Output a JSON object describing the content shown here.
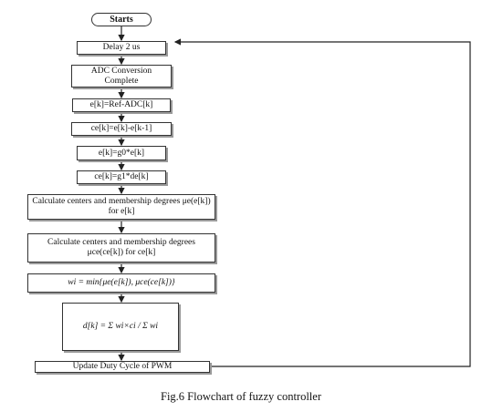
{
  "flowchart": {
    "start": "Starts",
    "steps": [
      "Delay 2 us",
      "ADC Conversion Complete",
      "e[k]=Ref-ADC[k]",
      "ce[k]=e[k]-e[k-1]",
      "e[k]=g0*e[k]",
      "ce[k]=g1*de[k]",
      "Calculate centers and membership degrees μe(e[k]) for e[k]",
      "Calculate centers and membership degrees μce(ce[k]) for ce[k]",
      "wi = min{μe(e[k]), μce(ce[k])}",
      "d[k] = Σ wi×ci / Σ wi",
      "Update Duty Cycle of PWM"
    ]
  },
  "caption": "Fig.6 Flowchart of fuzzy controller"
}
